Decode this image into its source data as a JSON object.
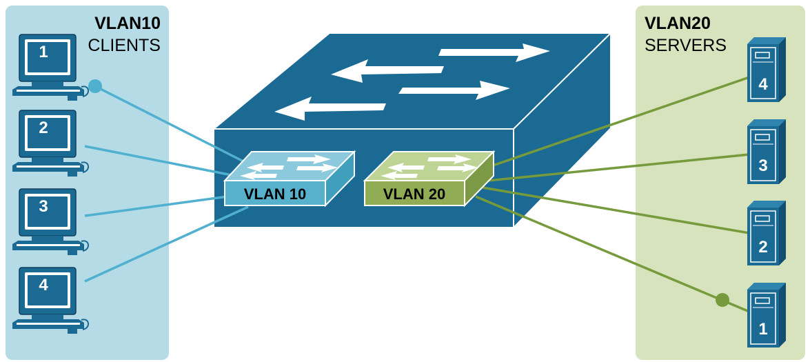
{
  "left_panel": {
    "title": "VLAN10",
    "subtitle": "CLIENTS"
  },
  "right_panel": {
    "title": "VLAN20",
    "subtitle": "SERVERS"
  },
  "vlan10_switch": {
    "label": "VLAN 10"
  },
  "vlan20_switch": {
    "label": "VLAN 20"
  },
  "clients": [
    {
      "number": "1"
    },
    {
      "number": "2"
    },
    {
      "number": "3"
    },
    {
      "number": "4"
    }
  ],
  "servers": [
    {
      "number": "4"
    },
    {
      "number": "3"
    },
    {
      "number": "2"
    },
    {
      "number": "1"
    }
  ],
  "colors": {
    "left_panel_bg": "#b4dbe6",
    "right_panel_bg": "#d6e3bd",
    "switch_blue": "#1b6a94",
    "vlan10_cyan": "#58b1cc",
    "vlan20_green": "#90ad55",
    "client_link": "#4fb1cf",
    "server_link": "#769a3c"
  }
}
